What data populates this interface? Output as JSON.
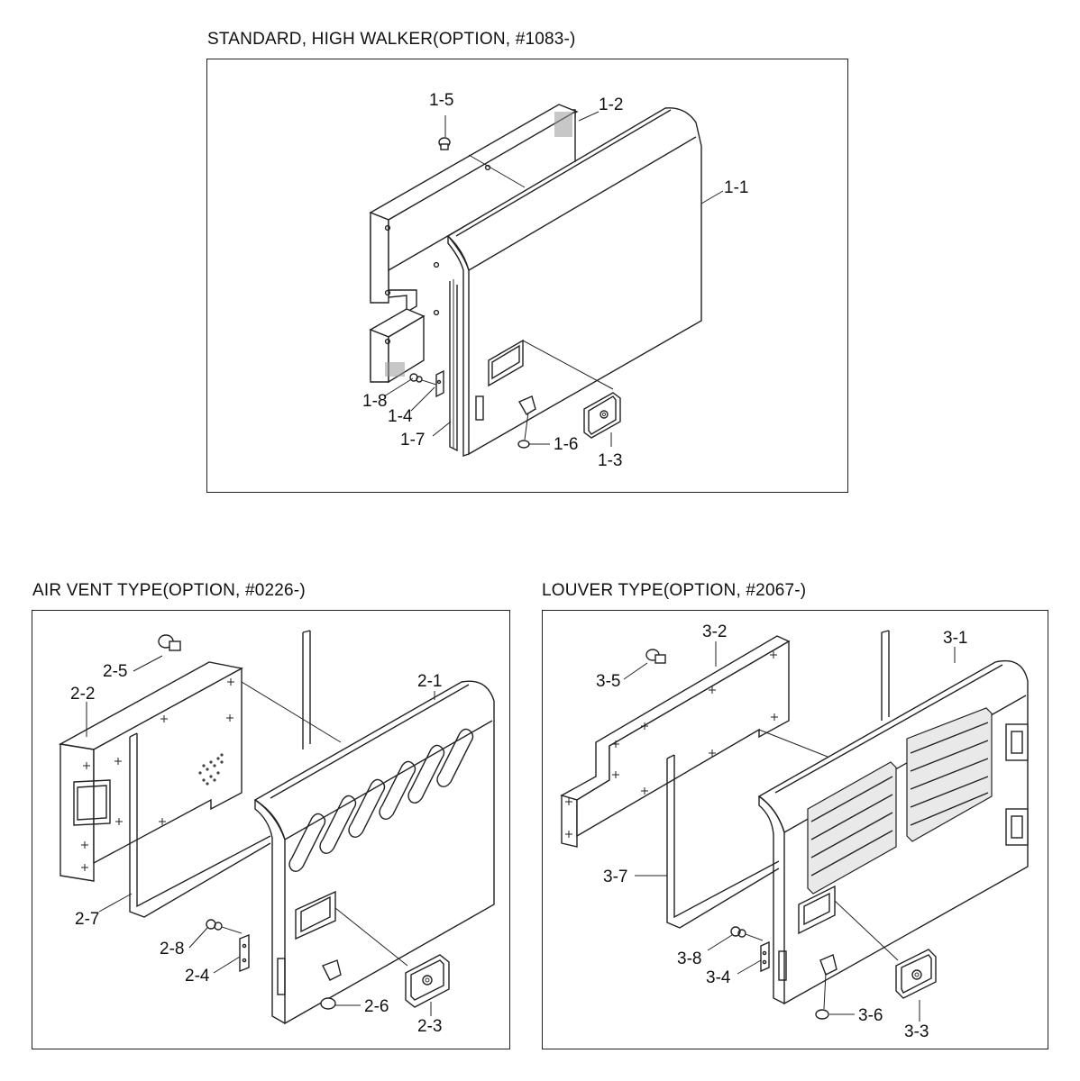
{
  "sections": [
    {
      "title": "STANDARD, HIGH WALKER(OPTION, #1083-)",
      "callouts": [
        "1-1",
        "1-2",
        "1-3",
        "1-4",
        "1-5",
        "1-6",
        "1-7",
        "1-8"
      ]
    },
    {
      "title": "AIR VENT TYPE(OPTION, #0226-)",
      "callouts": [
        "2-1",
        "2-2",
        "2-3",
        "2-4",
        "2-5",
        "2-6",
        "2-7",
        "2-8"
      ]
    },
    {
      "title": "LOUVER TYPE(OPTION, #2067-)",
      "callouts": [
        "3-1",
        "3-2",
        "3-3",
        "3-4",
        "3-5",
        "3-6",
        "3-7",
        "3-8"
      ]
    }
  ]
}
